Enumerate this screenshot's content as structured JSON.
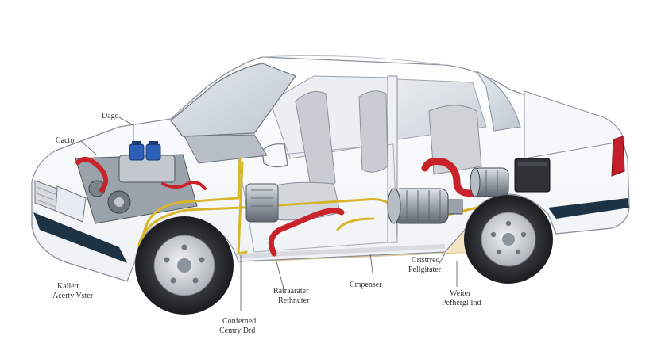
{
  "labels": {
    "gauge": "Dage",
    "cooler": "Cactor",
    "battery_left_1": "Kaliett",
    "battery_left_2": "Acerty Vster",
    "refrigerant_1": "Ratraarater",
    "refrigerant_2": "Rethnuter",
    "compressor": "Cmpenser",
    "control_1": "Crtstrred",
    "control_2": "Pellgitater",
    "water_1": "Weiter",
    "water_2": "Pefhergl Ind",
    "bottom_1": "Conferned",
    "bottom_2": "Cemry Drd"
  },
  "colors": {
    "body": "#ffffff",
    "outline": "#8a9099",
    "glass": "#cfd6de",
    "seat": "#c9cdd3",
    "red_hose": "#c8232a",
    "yellow_line": "#d8b52a",
    "engine_metal": "#8b939c",
    "blue_reservoir": "#2c5fb5",
    "tire": "#2a2c30",
    "rim": "#c7cbd0",
    "sill": "#1d3344",
    "taillight": "#c41e2a",
    "floor": "#f3e3c2"
  }
}
